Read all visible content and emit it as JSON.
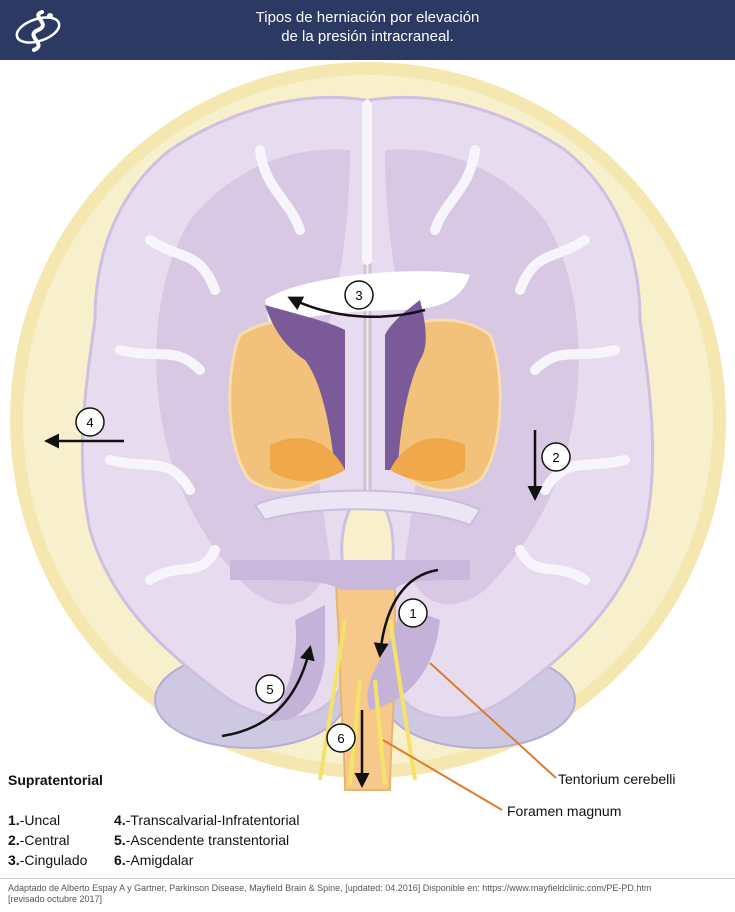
{
  "header": {
    "title_line1": "Tipos de herniación por elevación",
    "title_line2": "de la presión intracraneal."
  },
  "markers": [
    "1",
    "2",
    "3",
    "4",
    "5",
    "6"
  ],
  "structure_labels": {
    "tentorium": "Tentorium cerebelli",
    "foramen": "Foramen magnum"
  },
  "legend": {
    "section_title": "Supratentorial",
    "items": [
      {
        "num": "1.",
        "label": "-Uncal"
      },
      {
        "num": "2.",
        "label": "-Central"
      },
      {
        "num": "3.",
        "label": "-Cingulado"
      },
      {
        "num": "4.",
        "label": "-Transcalvarial-Infratentorial"
      },
      {
        "num": "5.",
        "label": "-Ascendente transtentorial"
      },
      {
        "num": "6.",
        "label": "-Amigdalar"
      }
    ]
  },
  "credit": {
    "line1": "Adaptado de Alberto Espay A y Gartner, Parkinson Disease, Mayfield Brain & Spine, [updated: 04.2016] Disponible en: https://www.mayfieldclinic.com/PE-PD.htm",
    "line2": "[revisado octubre 2017]"
  },
  "colors": {
    "header_bg": "#2c3a63",
    "skull": "#f4e7b0",
    "brain": "#e7dcef",
    "white_matter": "#d6c4e0",
    "ventricles": "#7b5a9a",
    "basal_ganglia": "#f2c27a",
    "brainstem": "#f6c98a",
    "cerebellum": "#cfc8e2",
    "nerves": "#f5e26a",
    "pointer_line": "#e07a2c"
  }
}
